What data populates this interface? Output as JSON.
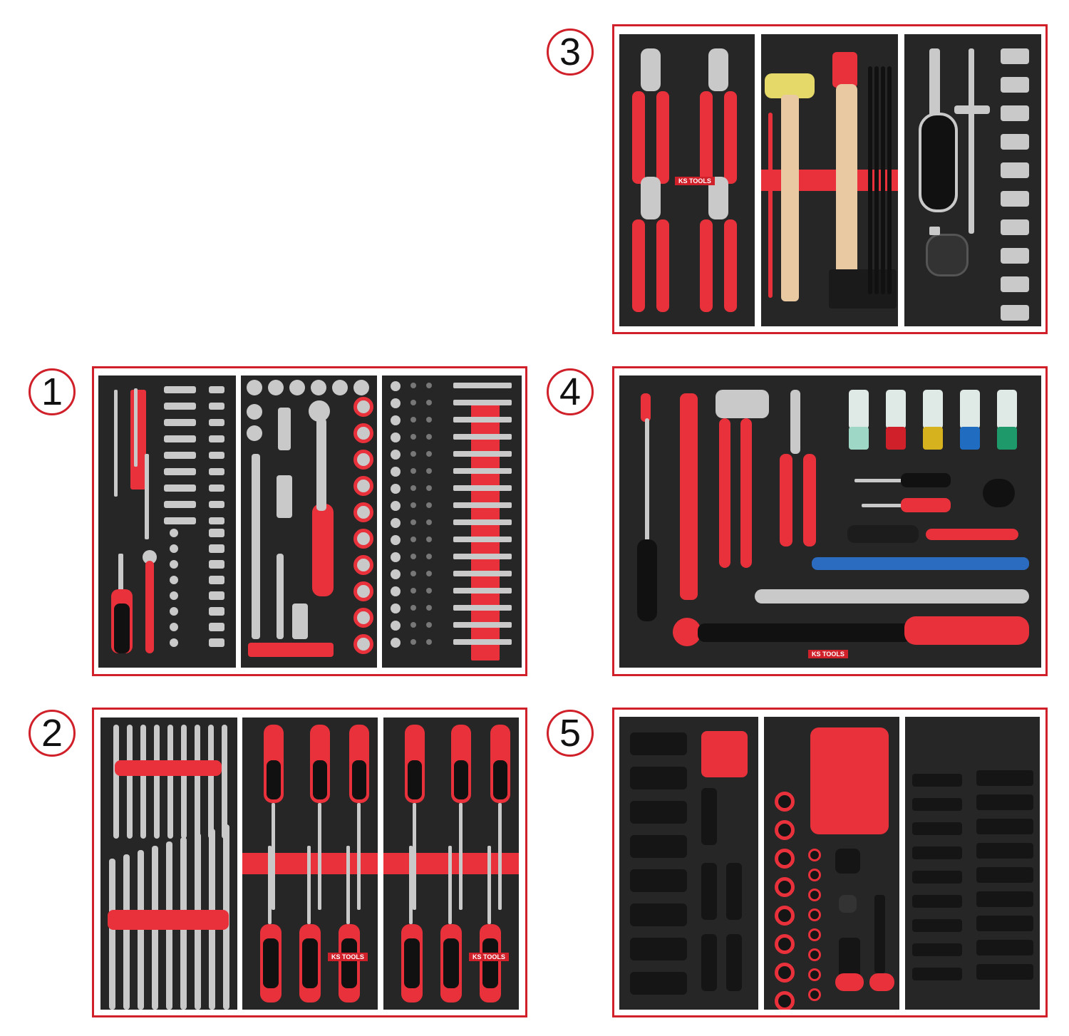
{
  "sets": [
    {
      "number": "1"
    },
    {
      "number": "2"
    },
    {
      "number": "3"
    },
    {
      "number": "4"
    },
    {
      "number": "5"
    }
  ],
  "logo_text": "KS TOOLS",
  "colors": {
    "frame": "#d0202a",
    "tray": "#262626",
    "foam": "#e8313a",
    "chrome": "#c9c9c9"
  }
}
